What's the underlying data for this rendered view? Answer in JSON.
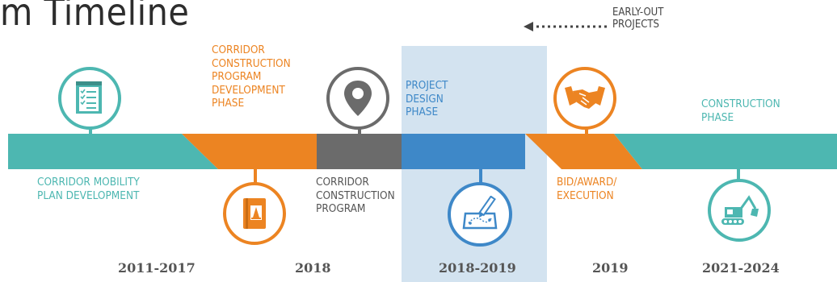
{
  "header": {
    "title": "m Timeline"
  },
  "colors": {
    "teal": "#4db7b1",
    "orange": "#ec8422",
    "gray": "#6b6b6b",
    "blue": "#3e88c8",
    "highlight": "#d3e3f0",
    "year_text": "#555555"
  },
  "early_out": {
    "line1": "EARLY-OUT",
    "line2": "PROJECTS"
  },
  "phases": {
    "corridor_mobility": {
      "line1": "CORRIDOR MOBILITY",
      "line2": "PLAN DEVELOPMENT",
      "year": "2011-2017",
      "icon": "checklist-icon"
    },
    "ccp_development": {
      "line1": "CORRIDOR",
      "line2": "CONSTRUCTION",
      "line3": "PROGRAM",
      "line4": "DEVELOPMENT",
      "line5": "PHASE",
      "year": "2018",
      "icon": "book-cone-icon"
    },
    "ccp": {
      "line1": "CORRIDOR",
      "line2": "CONSTRUCTION",
      "line3": "PROGRAM",
      "icon": "map-pin-icon"
    },
    "project_design": {
      "line1": "PROJECT",
      "line2": "DESIGN",
      "line3": "PHASE",
      "year": "2018-2019",
      "icon": "blueprint-pencil-icon"
    },
    "bid_award": {
      "line1": "BID/AWARD/",
      "line2": "EXECUTION",
      "year": "2019",
      "icon": "handshake-icon"
    },
    "construction": {
      "line1": "CONSTRUCTION",
      "line2": "PHASE",
      "year": "2021-2024",
      "icon": "excavator-icon"
    }
  }
}
